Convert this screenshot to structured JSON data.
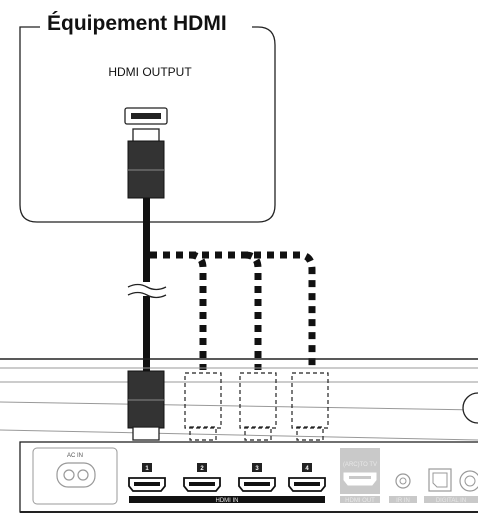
{
  "device": {
    "title": "Équipement HDMI",
    "output_label": "HDMI OUTPUT"
  },
  "rear_panel": {
    "ac_in_label": "AC IN",
    "hdmi_in_ports": [
      "1",
      "2",
      "3",
      "4"
    ],
    "hdmi_in_label": "HDMI IN",
    "arc_label": "(ARC)TO TV",
    "hdmi_out_label": "HDMI OUT",
    "ir_label": "IR IN",
    "digital_label": "DIGITAL IN"
  },
  "colors": {
    "cable": "#111111",
    "panel_gray": "#c9c9c9",
    "port_black": "#111111"
  }
}
